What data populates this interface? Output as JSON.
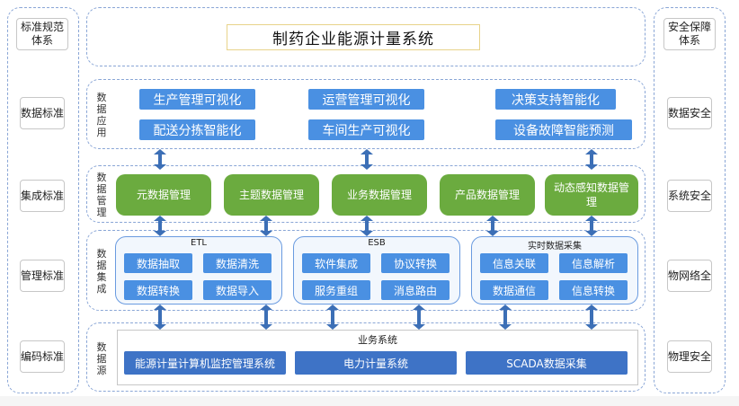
{
  "title": "制药企业能源计量系统",
  "left_col": {
    "items": [
      "标准规范体系",
      "数据标准",
      "集成标准",
      "管理标准",
      "编码标准"
    ]
  },
  "right_col": {
    "items": [
      "安全保障体系",
      "数据安全",
      "系统安全",
      "物网络全",
      "物理安全"
    ]
  },
  "layers": {
    "app": {
      "label": "数据应用",
      "items": [
        "生产管理可视化",
        "运营管理可视化",
        "决策支持智能化",
        "配送分拣智能化",
        "车间生产可视化",
        "设备故障智能预测"
      ]
    },
    "mgmt": {
      "label": "数据管理",
      "items": [
        "元数据管理",
        "主题数据管理",
        "业务数据管理",
        "产品数据管理",
        "动态感知数据管理"
      ]
    },
    "integ": {
      "label": "数据集成",
      "panels": [
        {
          "title": "ETL",
          "items": [
            "数据抽取",
            "数据清洗",
            "数据转换",
            "数据导入"
          ]
        },
        {
          "title": "ESB",
          "items": [
            "软件集成",
            "协议转换",
            "服务重组",
            "消息路由"
          ]
        },
        {
          "title": "实时数据采集",
          "items": [
            "信息关联",
            "信息解析",
            "数据通信",
            "信息转换"
          ]
        }
      ]
    },
    "src": {
      "label": "数据源",
      "box_title": "业务系统",
      "items": [
        "能源计量计算机监控管理系统",
        "电力计量系统",
        "SCADA数据采集"
      ]
    }
  },
  "colors": {
    "blue": "#4a90e2",
    "green": "#6bab3f",
    "dark_blue": "#3e73c6",
    "arrow": "#3c6fb6",
    "dash": "#8aa6d6"
  }
}
